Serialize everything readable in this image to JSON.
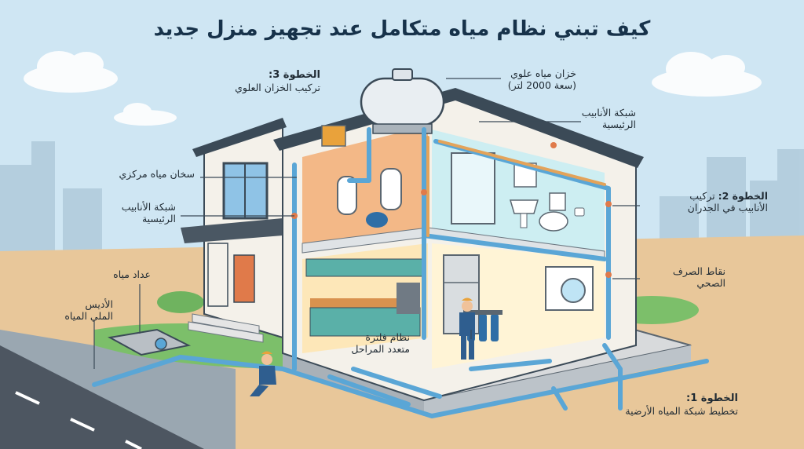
{
  "title": "كيف تبني نظام مياه متكامل عند تجهيز منزل جديد",
  "labels": {
    "step3": {
      "heading": "الخطوة 3:",
      "text": "تركيب الخزان العلوي"
    },
    "tank": {
      "line1": "خزان مياه علوي",
      "line2": "(سعة 2000 لتر)"
    },
    "main_pipes_top": {
      "line1": "شبكة الأنابيب",
      "line2": "الرئيسية"
    },
    "heater": {
      "text": "سخان مياه مركزي"
    },
    "main_pipes_left": {
      "line1": "شبكة الأنابيب",
      "line2": "الرئيسية"
    },
    "step2": {
      "heading": "الخطوة 2:",
      "line1": "تركيب",
      "line2": "الأنابيب في الجدران"
    },
    "meter": {
      "text": "عداد مياه"
    },
    "sewage": {
      "line1": "نقاط الصرف",
      "line2": "الصحي"
    },
    "street_pipe": {
      "line1": "الأديس",
      "line2": "الملي المياه"
    },
    "filter": {
      "line1": "نظام فلترة",
      "line2": "متعدد المراحل"
    },
    "step1": {
      "heading": "الخطوة 1:",
      "text": "تخطيط شبكة المياه الأرضية"
    }
  },
  "colors": {
    "sky": "#cfe6f3",
    "ground": "#e8c79a",
    "pipe": "#5aa6d6",
    "pipe_hot": "#e3a35a",
    "wall": "#f4f1ea",
    "roof": "#3b4a57"
  }
}
